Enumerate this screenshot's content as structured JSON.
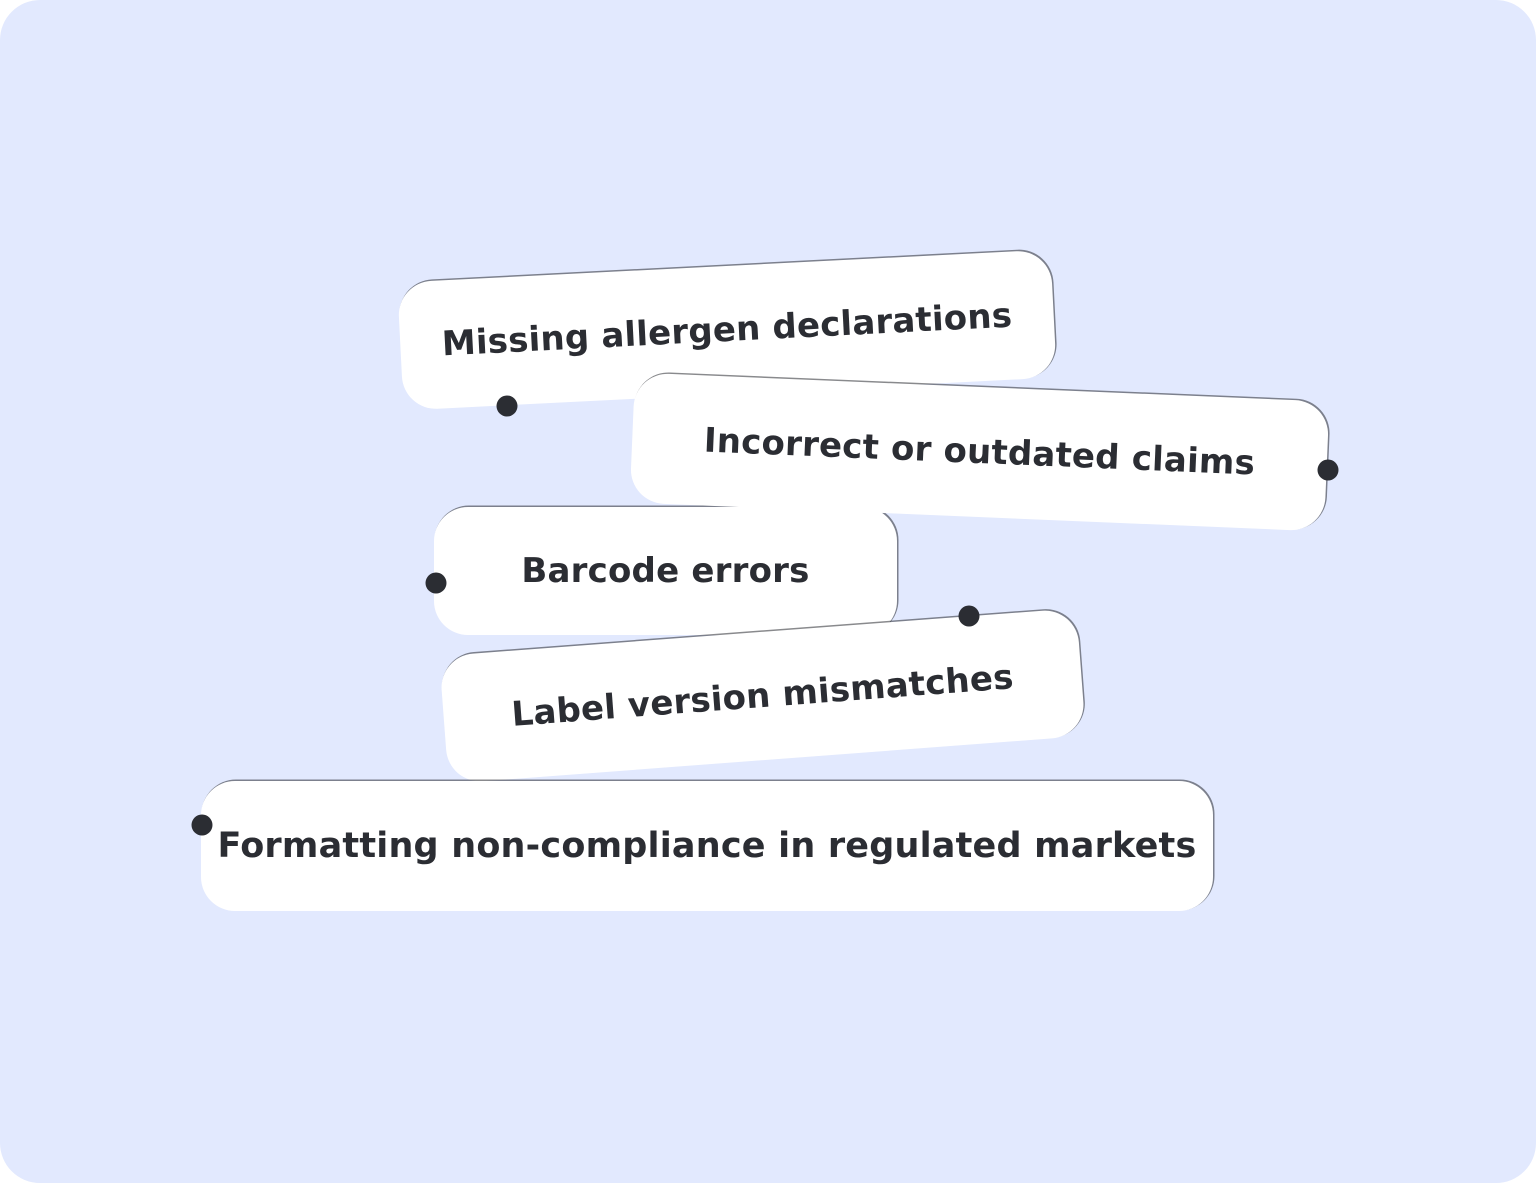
{
  "background_color": "#e2e9fe",
  "tag_color": "#ffffff",
  "text_color": "#2b2d33",
  "dot_color": "#2b2d33",
  "tags": [
    {
      "label": "Missing allergen declarations"
    },
    {
      "label": "Incorrect or outdated claims"
    },
    {
      "label": "Barcode errors"
    },
    {
      "label": "Label version mismatches"
    },
    {
      "label": "Formatting non-compliance in regulated markets"
    }
  ]
}
